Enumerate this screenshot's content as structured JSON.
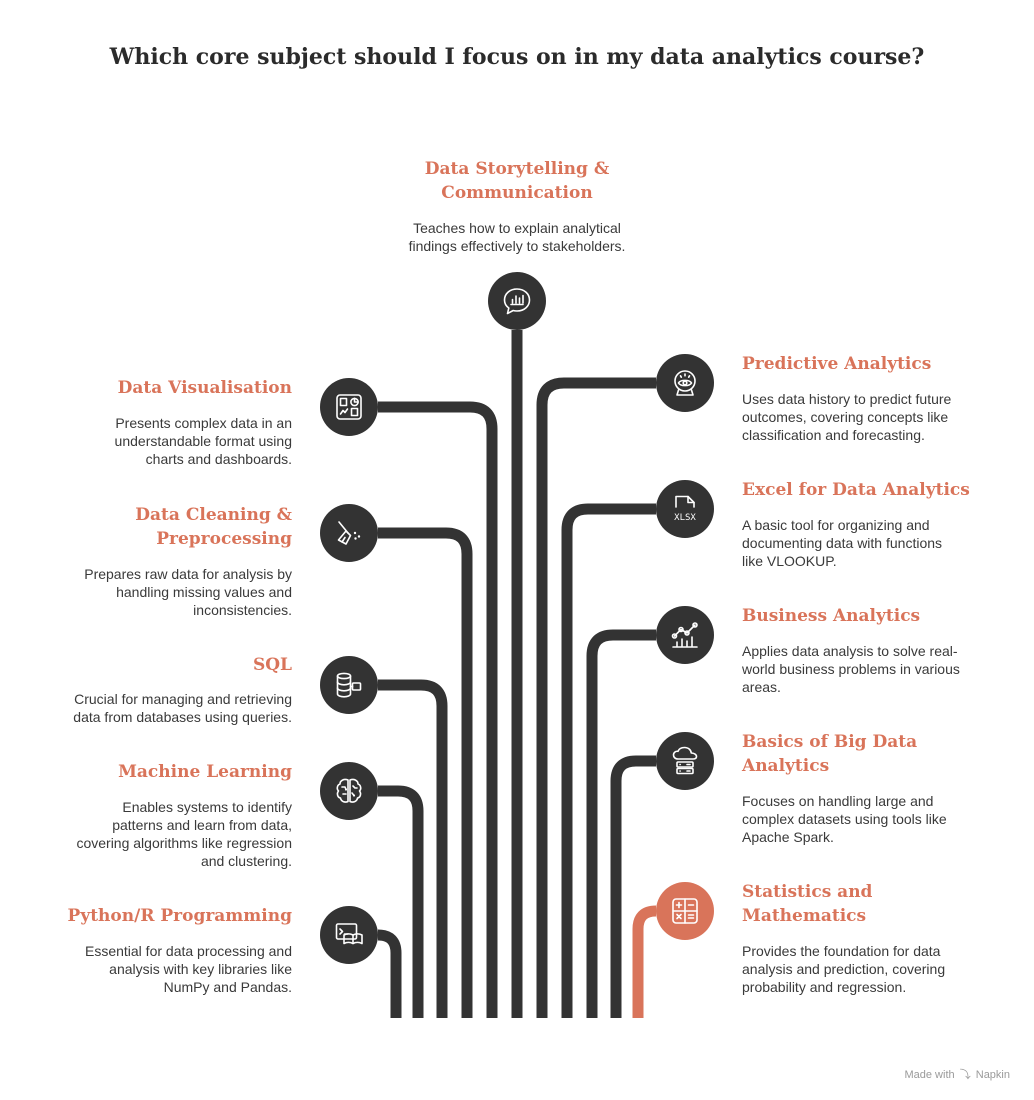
{
  "title": "Which core subject should I focus on in my data analytics course?",
  "footer": {
    "made_with": "Made with",
    "brand": "Napkin"
  },
  "colors": {
    "accent": "#d9745a",
    "node": "#333333",
    "text": "#3a3a3a"
  },
  "items": {
    "storytelling": {
      "heading": "Data Storytelling &\nCommunication",
      "description": "Teaches how to explain analytical\nfindings effectively to stakeholders.",
      "icon": "chat-chart-icon"
    },
    "visualisation": {
      "heading": "Data Visualisation",
      "description": "Presents complex data in an\nunderstandable format using\ncharts and dashboards.",
      "icon": "dashboard-icon"
    },
    "cleaning": {
      "heading": "Data Cleaning &\nPreprocessing",
      "description": "Prepares raw data for analysis by\nhandling missing values and\ninconsistencies.",
      "icon": "broom-icon"
    },
    "sql": {
      "heading": "SQL",
      "description": "Crucial for managing and retrieving\ndata from databases using queries.",
      "icon": "database-icon"
    },
    "ml": {
      "heading": "Machine Learning",
      "description": "Enables systems to identify\npatterns and learn from data,\ncovering algorithms like regression\nand clustering.",
      "icon": "brain-icon"
    },
    "python": {
      "heading": "Python/R Programming",
      "description": "Essential for data processing and\nanalysis with key libraries like\nNumPy and Pandas.",
      "icon": "code-book-icon"
    },
    "predictive": {
      "heading": "Predictive Analytics",
      "description": "Uses data history to predict future\noutcomes, covering concepts like\nclassification and forecasting.",
      "icon": "crystal-ball-icon"
    },
    "excel": {
      "heading": "Excel for Data Analytics",
      "description": "A basic tool for organizing and\ndocumenting data with functions\nlike VLOOKUP.",
      "icon": "xlsx-file-icon",
      "icon_text": "XLSX"
    },
    "business": {
      "heading": "Business Analytics",
      "description": "Applies data analysis to solve real-\nworld business problems in various\nareas.",
      "icon": "trend-chart-icon"
    },
    "bigdata": {
      "heading": "Basics of Big Data\nAnalytics",
      "description": "Focuses on handling large and\ncomplex datasets using tools like\nApache Spark.",
      "icon": "cloud-server-icon"
    },
    "stats": {
      "heading": "Statistics and\nMathematics",
      "description": "Provides the foundation for data\nanalysis and prediction, covering\nprobability and regression.",
      "icon": "calculator-icon"
    }
  }
}
